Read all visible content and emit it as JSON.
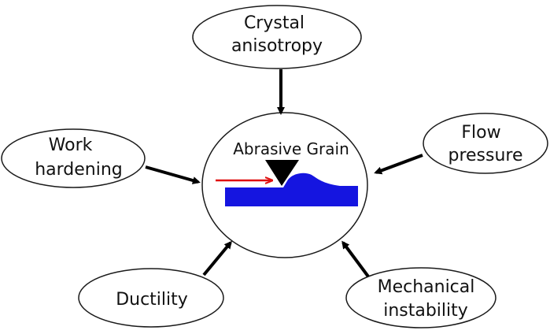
{
  "diagram": {
    "center_title": "Abrasive Grain",
    "factors": {
      "crystal_anisotropy": [
        "Crystal",
        "anisotropy"
      ],
      "work_hardening": [
        "Work",
        "hardening"
      ],
      "flow_pressure": [
        "Flow",
        "pressure"
      ],
      "ductility": [
        "Ductility"
      ],
      "mechanical_instability": [
        "Mechanical",
        "instability"
      ]
    }
  },
  "colors": {
    "outline": "#1a1a1a",
    "arrow": "#000000",
    "workpiece": "#1515e0",
    "grain": "#000000",
    "motion_arrow": "#e01010",
    "background": "#ffffff"
  }
}
